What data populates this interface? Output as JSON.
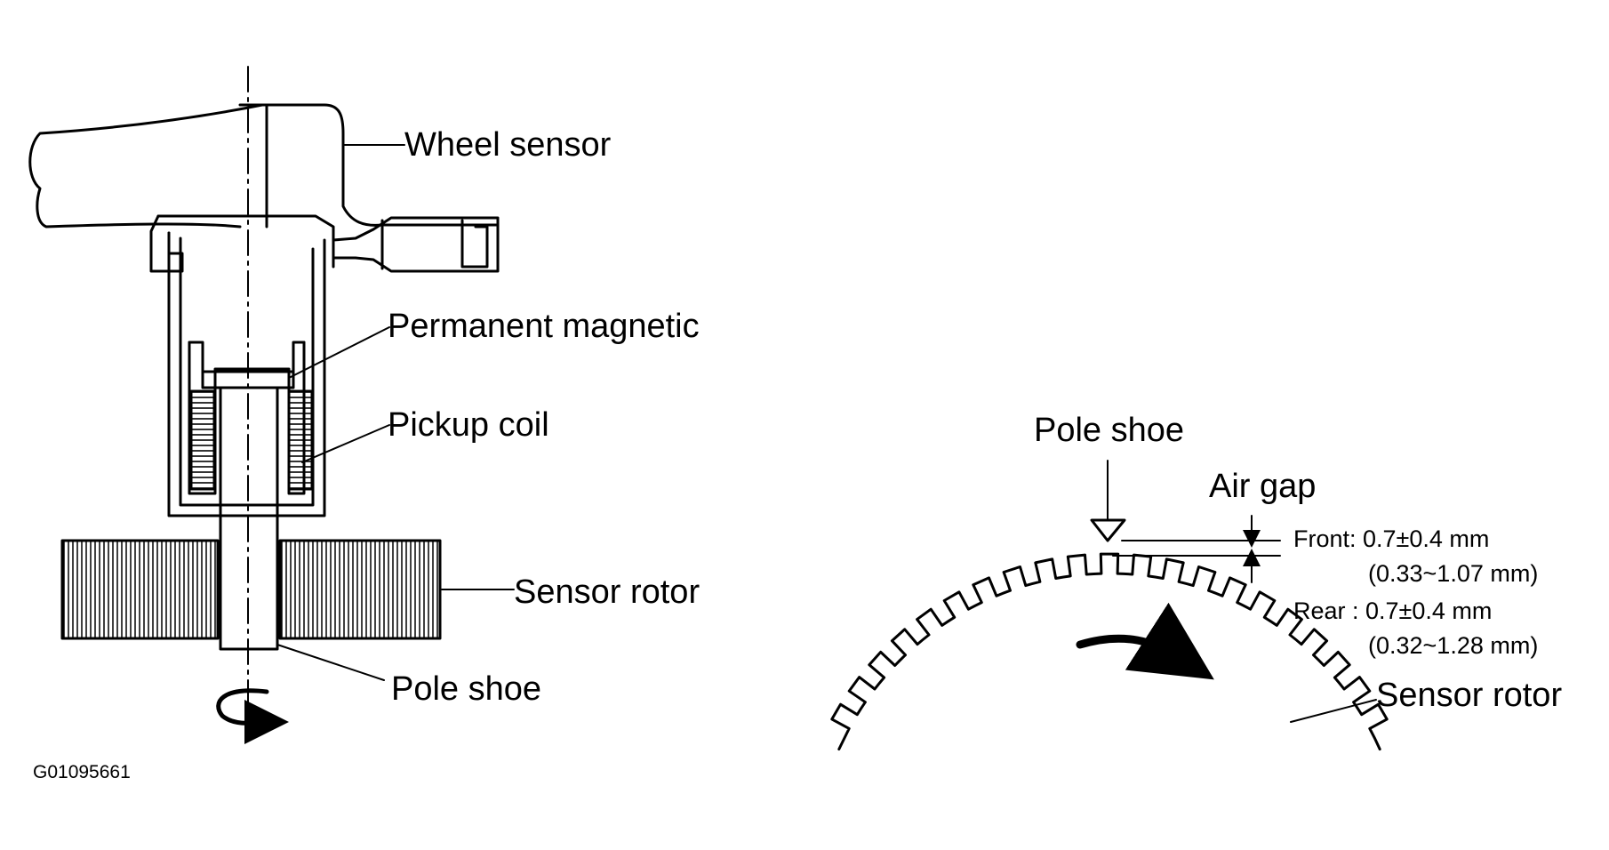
{
  "left_figure": {
    "labels": {
      "wheel_sensor": "Wheel sensor",
      "permanent_magnetic": "Permanent magnetic",
      "pickup_coil": "Pickup coil",
      "sensor_rotor": "Sensor rotor",
      "pole_shoe": "Pole shoe"
    }
  },
  "right_figure": {
    "labels": {
      "pole_shoe": "Pole shoe",
      "air_gap": "Air gap",
      "sensor_rotor": "Sensor rotor"
    },
    "specs": {
      "front_value": "Front: 0.7±0.4 mm",
      "front_range": "(0.33~1.07 mm)",
      "rear_value": "Rear : 0.7±0.4 mm",
      "rear_range": "(0.32~1.28 mm)"
    },
    "rotor_teeth_visible": 21
  },
  "figure_code": "G01095661",
  "colors": {
    "ink": "#000000",
    "paper": "#ffffff"
  }
}
